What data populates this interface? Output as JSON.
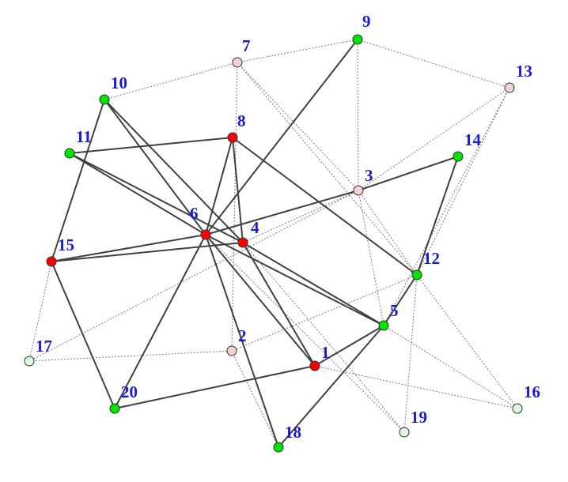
{
  "colors": {
    "background": "#ffffff",
    "label": "#1a1ad6",
    "red": "#ff0000",
    "green": "#00e600",
    "pink": "#f5d0d0",
    "lightgreen": "#e0f7e0"
  },
  "nodes": [
    {
      "id": "1",
      "label": "1",
      "color": "red"
    },
    {
      "id": "2",
      "label": "2",
      "color": "pink"
    },
    {
      "id": "3",
      "label": "3",
      "color": "pink"
    },
    {
      "id": "4",
      "label": "4",
      "color": "red"
    },
    {
      "id": "5",
      "label": "5",
      "color": "green"
    },
    {
      "id": "6",
      "label": "6",
      "color": "red"
    },
    {
      "id": "7",
      "label": "7",
      "color": "pink"
    },
    {
      "id": "8",
      "label": "8",
      "color": "red"
    },
    {
      "id": "9",
      "label": "9",
      "color": "green"
    },
    {
      "id": "10",
      "label": "10",
      "color": "green"
    },
    {
      "id": "11",
      "label": "11",
      "color": "green"
    },
    {
      "id": "12",
      "label": "12",
      "color": "green"
    },
    {
      "id": "13",
      "label": "13",
      "color": "pink"
    },
    {
      "id": "14",
      "label": "14",
      "color": "green"
    },
    {
      "id": "15",
      "label": "15",
      "color": "red"
    },
    {
      "id": "16",
      "label": "16",
      "color": "lightgreen"
    },
    {
      "id": "17",
      "label": "17",
      "color": "lightgreen"
    },
    {
      "id": "18",
      "label": "18",
      "color": "green"
    },
    {
      "id": "19",
      "label": "19",
      "color": "lightgreen"
    },
    {
      "id": "20",
      "label": "20",
      "color": "green"
    }
  ],
  "edges": {
    "solid": [
      [
        "6",
        "9"
      ],
      [
        "6",
        "8"
      ],
      [
        "6",
        "10"
      ],
      [
        "6",
        "11"
      ],
      [
        "6",
        "15"
      ],
      [
        "6",
        "20"
      ],
      [
        "6",
        "18"
      ],
      [
        "6",
        "1"
      ],
      [
        "6",
        "5"
      ],
      [
        "6",
        "3"
      ],
      [
        "4",
        "8"
      ],
      [
        "4",
        "10"
      ],
      [
        "4",
        "11"
      ],
      [
        "4",
        "15"
      ],
      [
        "4",
        "5"
      ],
      [
        "4",
        "1"
      ],
      [
        "8",
        "11"
      ],
      [
        "8",
        "12"
      ],
      [
        "10",
        "15"
      ],
      [
        "15",
        "20"
      ],
      [
        "3",
        "14"
      ],
      [
        "14",
        "12"
      ],
      [
        "12",
        "5"
      ],
      [
        "5",
        "1"
      ],
      [
        "5",
        "18"
      ],
      [
        "1",
        "20"
      ]
    ],
    "dotted": [
      [
        "7",
        "10"
      ],
      [
        "7",
        "9"
      ],
      [
        "7",
        "2"
      ],
      [
        "7",
        "3"
      ],
      [
        "7",
        "12"
      ],
      [
        "9",
        "13"
      ],
      [
        "9",
        "3"
      ],
      [
        "13",
        "3"
      ],
      [
        "13",
        "12"
      ],
      [
        "13",
        "5"
      ],
      [
        "3",
        "4"
      ],
      [
        "3",
        "5"
      ],
      [
        "3",
        "12"
      ],
      [
        "3",
        "17"
      ],
      [
        "12",
        "2"
      ],
      [
        "12",
        "19"
      ],
      [
        "12",
        "16"
      ],
      [
        "15",
        "17"
      ],
      [
        "17",
        "2"
      ],
      [
        "2",
        "18"
      ],
      [
        "1",
        "16"
      ],
      [
        "5",
        "16"
      ],
      [
        "4",
        "19"
      ],
      [
        "6",
        "19"
      ]
    ]
  }
}
